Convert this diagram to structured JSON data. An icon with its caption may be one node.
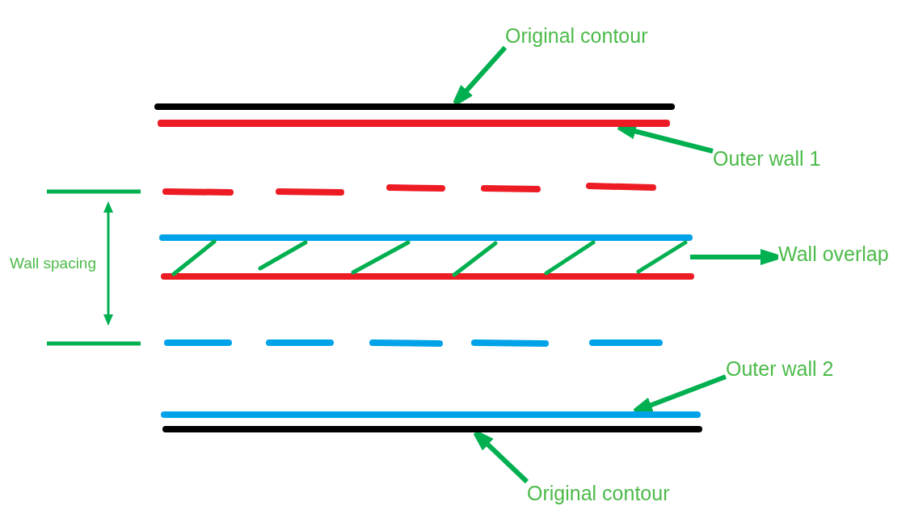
{
  "diagram": {
    "nodes": [
      {
        "text": [
          "Original contour"
        ]
      },
      {
        "text": [],
        "shape": "bar"
      },
      {
        "text": [],
        "shape": "bar"
      },
      {
        "text": [
          "Outer wall 1"
        ]
      },
      {
        "text": [],
        "shape": "picture"
      },
      {
        "text": [
          "Wall overlap"
        ]
      },
      {
        "text": [
          "Outer wall 2"
        ]
      },
      {
        "text": [],
        "shape": "bar"
      },
      {
        "text": [],
        "shape": "bar"
      },
      {
        "text": [
          "Original contour"
        ]
      }
    ],
    "edges": [
      {
        "from": 0,
        "to": 1,
        "arrow": "to"
      },
      {
        "from": 3,
        "to": 2,
        "arrow": "to"
      },
      {
        "from": 4,
        "to": 5,
        "arrow": "to"
      },
      {
        "from": 6,
        "to": 7,
        "arrow": "to"
      },
      {
        "from": 9,
        "to": 8,
        "arrow": "to"
      }
    ],
    "labels": [
      "Wall spacing"
    ]
  }
}
